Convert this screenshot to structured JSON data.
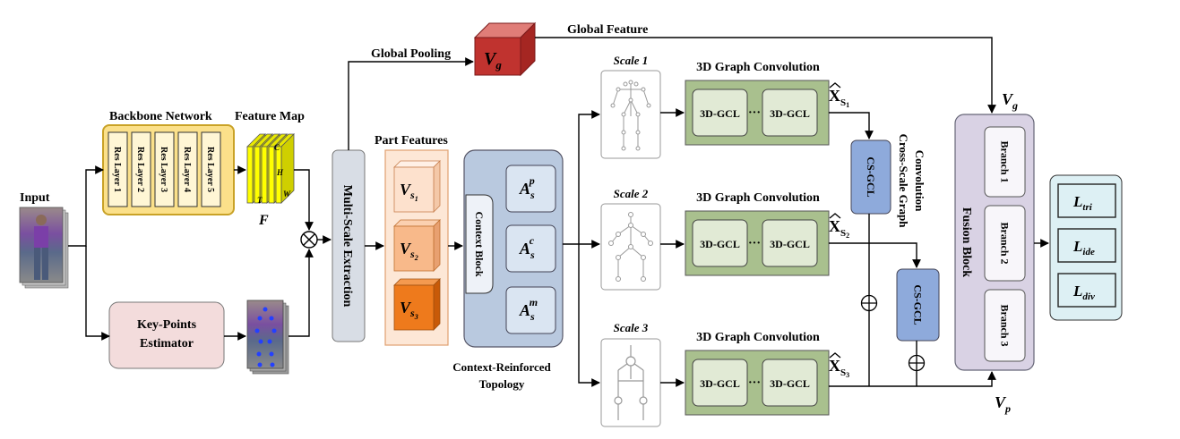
{
  "labels": {
    "input": "Input",
    "backbone": "Backbone Network",
    "feature_map": "Feature Map",
    "feature_letter": "F",
    "dims": {
      "c": "C",
      "h": "H",
      "w": "W",
      "t": "T"
    },
    "res_layers": [
      "Res Layer 1",
      "Res Layer 2",
      "Res Layer 3",
      "Res Layer 4",
      "Res Layer 5"
    ],
    "keypoints": [
      "Key-Points",
      "Estimator"
    ],
    "multiscale": "Multi-Scale Extraction",
    "global_pooling": "Global Pooling",
    "global_feature": "Global Feature",
    "vg_main": "V",
    "vg_sub": "g",
    "part_features": "Part Features",
    "v_main": "V",
    "v_sub": "s",
    "v_idx": [
      "1",
      "2",
      "3"
    ],
    "context_block": "Context Block",
    "a_main": "A",
    "a_sub": "s",
    "a_sup": [
      "p",
      "c",
      "m"
    ],
    "crt": [
      "Context-Reinforced",
      "Topology"
    ],
    "scales": [
      "Scale 1",
      "Scale 2",
      "Scale 3"
    ],
    "graph_conv": "3D Graph Convolution",
    "gcl": "3D-GCL",
    "dots": "···",
    "x_main": "X",
    "x_sub": "S",
    "x_idx": [
      "1",
      "2",
      "3"
    ],
    "csgcl": "CS-GCL",
    "cross_scale": [
      "Cross-Scale Graph",
      "Convolution"
    ],
    "fusion": "Fusion Block",
    "branches": [
      "Branch 1",
      "Branch 2",
      "Branch 3"
    ],
    "vg_out_sub": "g",
    "vp_main": "V",
    "vp_sub": "p",
    "loss_main": "L",
    "loss_subs": [
      "tri",
      "ide",
      "div"
    ]
  },
  "colors": {
    "backbone_fill": "#fbe08a",
    "backbone_stroke": "#c9a227",
    "feature_yellow": "#ffff00",
    "keypoint_fill": "#f3dcdc",
    "multiscale_fill": "#d8dde5",
    "part_bg": "#fde7d6",
    "v1": "#fde1cd",
    "v2": "#f8b98a",
    "v3": "#ee7a1c",
    "crt_fill": "#b9c9df",
    "a_fill": "#dae5f2",
    "gcl_bg": "#a9c08e",
    "gcl_box": "#e1ead5",
    "csgcl_fill": "#8eaadb",
    "fusion_fill": "#d9d2e4",
    "loss_bg": "#ddf0f4",
    "vg_red": "#c0332f"
  }
}
